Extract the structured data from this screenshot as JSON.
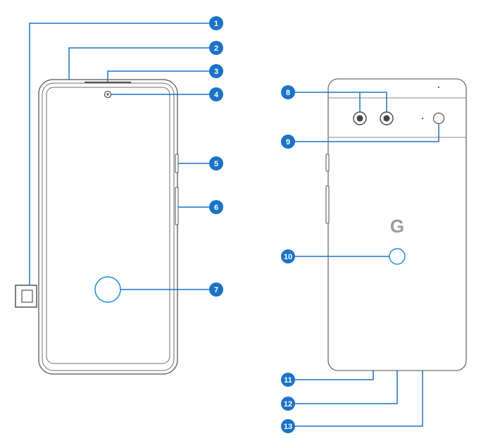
{
  "callouts": [
    {
      "num": "1"
    },
    {
      "num": "2"
    },
    {
      "num": "3"
    },
    {
      "num": "4"
    },
    {
      "num": "5"
    },
    {
      "num": "6"
    },
    {
      "num": "7"
    },
    {
      "num": "8"
    },
    {
      "num": "9"
    },
    {
      "num": "10"
    },
    {
      "num": "11"
    },
    {
      "num": "12"
    },
    {
      "num": "13"
    }
  ],
  "back_logo": {
    "letter": "G"
  },
  "colors": {
    "callout": "#1a73c9",
    "outline": "#6e6e6e",
    "leader": "#1a73c9",
    "fingerprint": "#1a8be8"
  }
}
